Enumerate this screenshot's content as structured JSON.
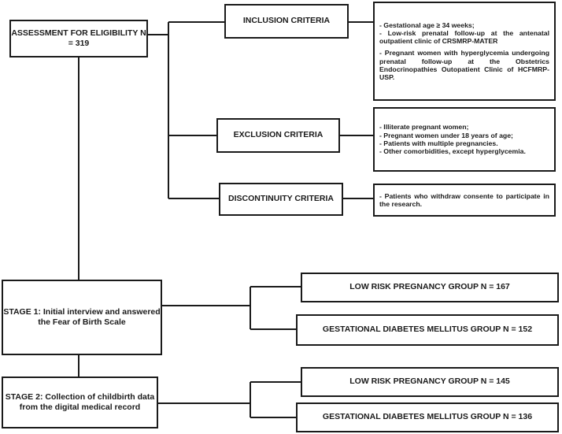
{
  "assessment": {
    "title": "ASSESSMENT FOR ELIGIBILITY N = 319"
  },
  "criteria": {
    "inclusion": {
      "title": "INCLUSION CRITERIA",
      "items": [
        "- Gestational age ≥ 34 weeks;",
        "- Low-risk prenatal follow-up at the antenatal outpatient clinic of CRSMRP-MATER",
        "- Pregnant women with hyperglycemia undergoing prenatal follow-up at the Obstetrics Endocrinopathies Outopatient Clinic of HCFMRP-USP."
      ]
    },
    "exclusion": {
      "title": "EXCLUSION CRITERIA",
      "items": [
        "- Illiterate pregnant women;",
        "- Pregnant women under 18 years of age;",
        "- Patients with multiple pregnancies.",
        "- Other comorbidities, except hyperglycemia."
      ]
    },
    "discontinuity": {
      "title": "DISCONTINUITY CRITERIA",
      "items": [
        "- Patients who withdraw consente to participate in the research."
      ]
    }
  },
  "stage1": {
    "title": "STAGE 1: Initial interview and answered the Fear of Birth Scale",
    "groups": [
      "LOW RISK PREGNANCY GROUP N = 167",
      "GESTATIONAL DIABETES MELLITUS GROUP N = 152"
    ]
  },
  "stage2": {
    "title": "STAGE 2: Collection of childbirth data from the digital medical record",
    "groups": [
      "LOW RISK PREGNANCY GROUP N = 145",
      "GESTATIONAL DIABETES MELLITUS GROUP N = 136"
    ]
  }
}
